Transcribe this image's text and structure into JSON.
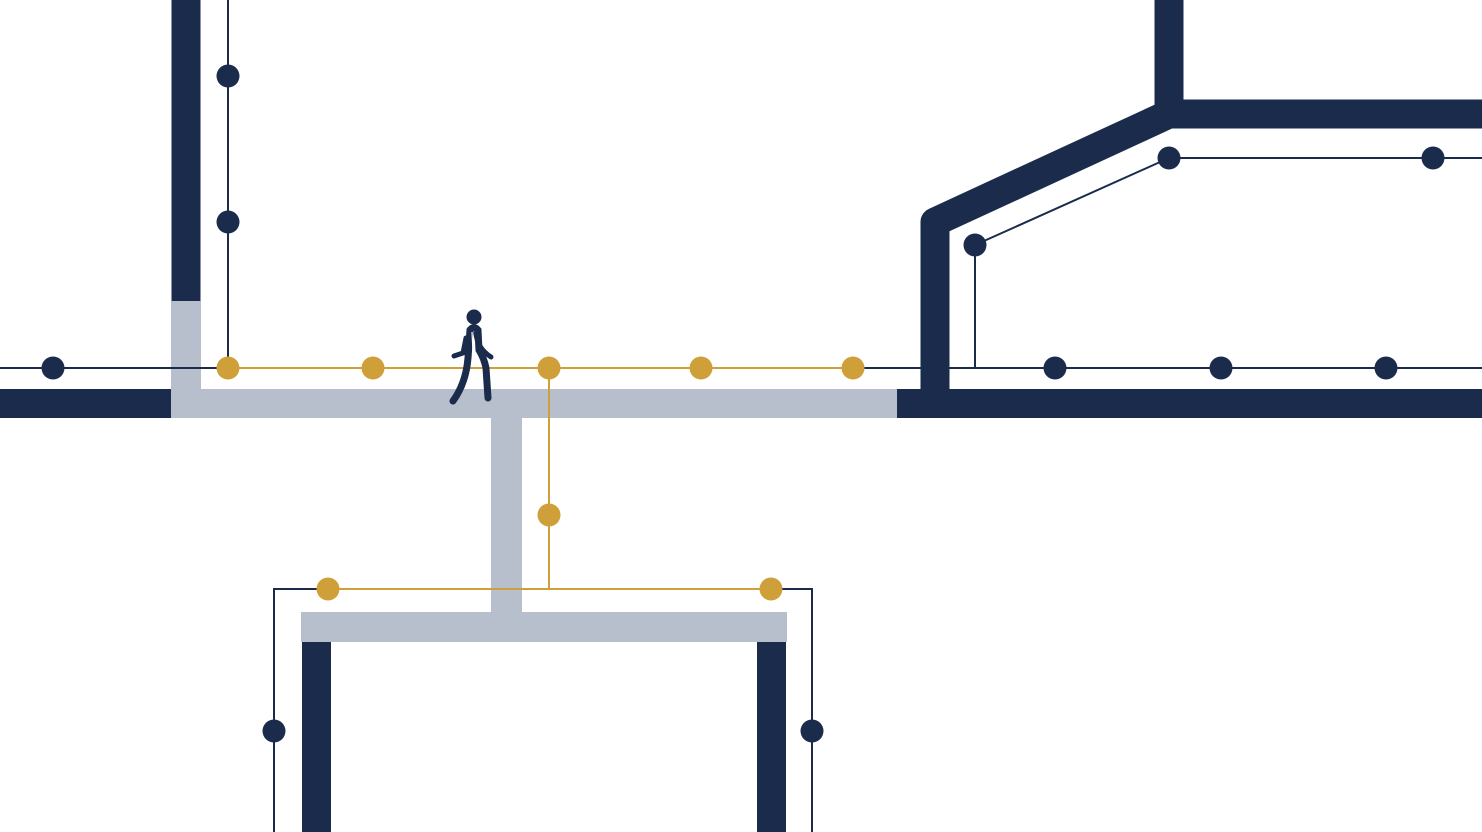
{
  "diagram": {
    "type": "route-map",
    "colors": {
      "wall": "#1a2b4c",
      "route_highlight": "#cfa03a",
      "corridor": "#b8bfcc",
      "background": "#ffffff"
    },
    "icons": [
      "pedestrian-walking-icon"
    ],
    "route": {
      "highlighted_stop_count": 8,
      "other_stop_count": 11
    }
  }
}
